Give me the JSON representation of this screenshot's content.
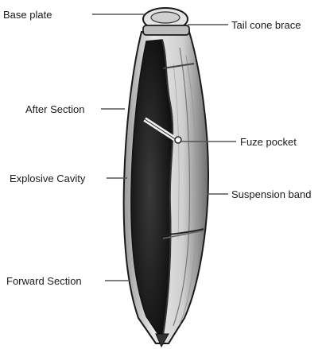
{
  "labels": {
    "base_plate": "Base plate",
    "tail_cone_brace": "Tail cone brace",
    "after_section": "After Section",
    "fuze_pocket": "Fuze pocket",
    "explosive_cavity": "Explosive Cavity",
    "suspension_band": "Suspension band",
    "forward_section": "Forward Section"
  },
  "colors": {
    "ink": "#1a1a1a",
    "leader": "#555555",
    "casing_light": "#d9d9d9",
    "cavity_dark": "#1c1c1c"
  }
}
